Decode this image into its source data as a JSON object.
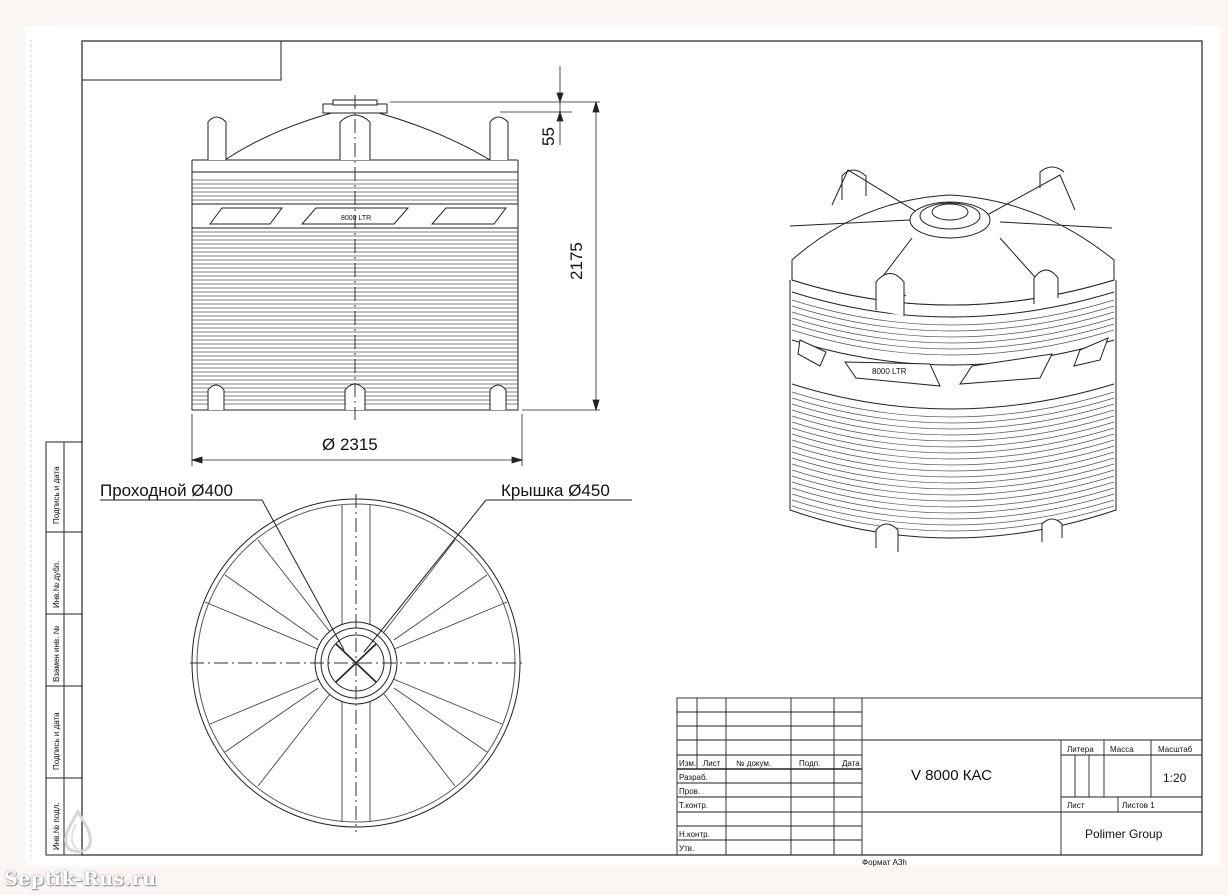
{
  "drawing": {
    "dim_top_gap": "55",
    "dim_height": "2175",
    "dim_diameter": "Ø 2315",
    "label_manhole": "Проходной Ø400",
    "label_lid": "Крышка Ø450",
    "tank_label_front": "8000 LTR",
    "tank_label_iso": "8000 LTR"
  },
  "side_stamp": [
    "Подпись и дата",
    "Инв.№ дубл.",
    "Взамен инв. №",
    "Подпись и дата",
    "Инв.№ подл."
  ],
  "title_block": {
    "headers": [
      "Изм.",
      "Лист",
      "№ докум.",
      "Подп.",
      "Дата"
    ],
    "rows": [
      "Разраб.",
      "Пров.",
      "Т.контр.",
      "",
      "Н.контр.",
      "Утв."
    ],
    "designation": "V 8000 КАС",
    "col_litera": "Литера",
    "col_mass": "Масса",
    "col_scale": "Масштаб",
    "scale": "1:20",
    "sheet": "Лист",
    "sheets": "Листов 1",
    "company": "Polimer Group",
    "format": "Формат А3h"
  },
  "watermark": "Septik-Rus.ru"
}
